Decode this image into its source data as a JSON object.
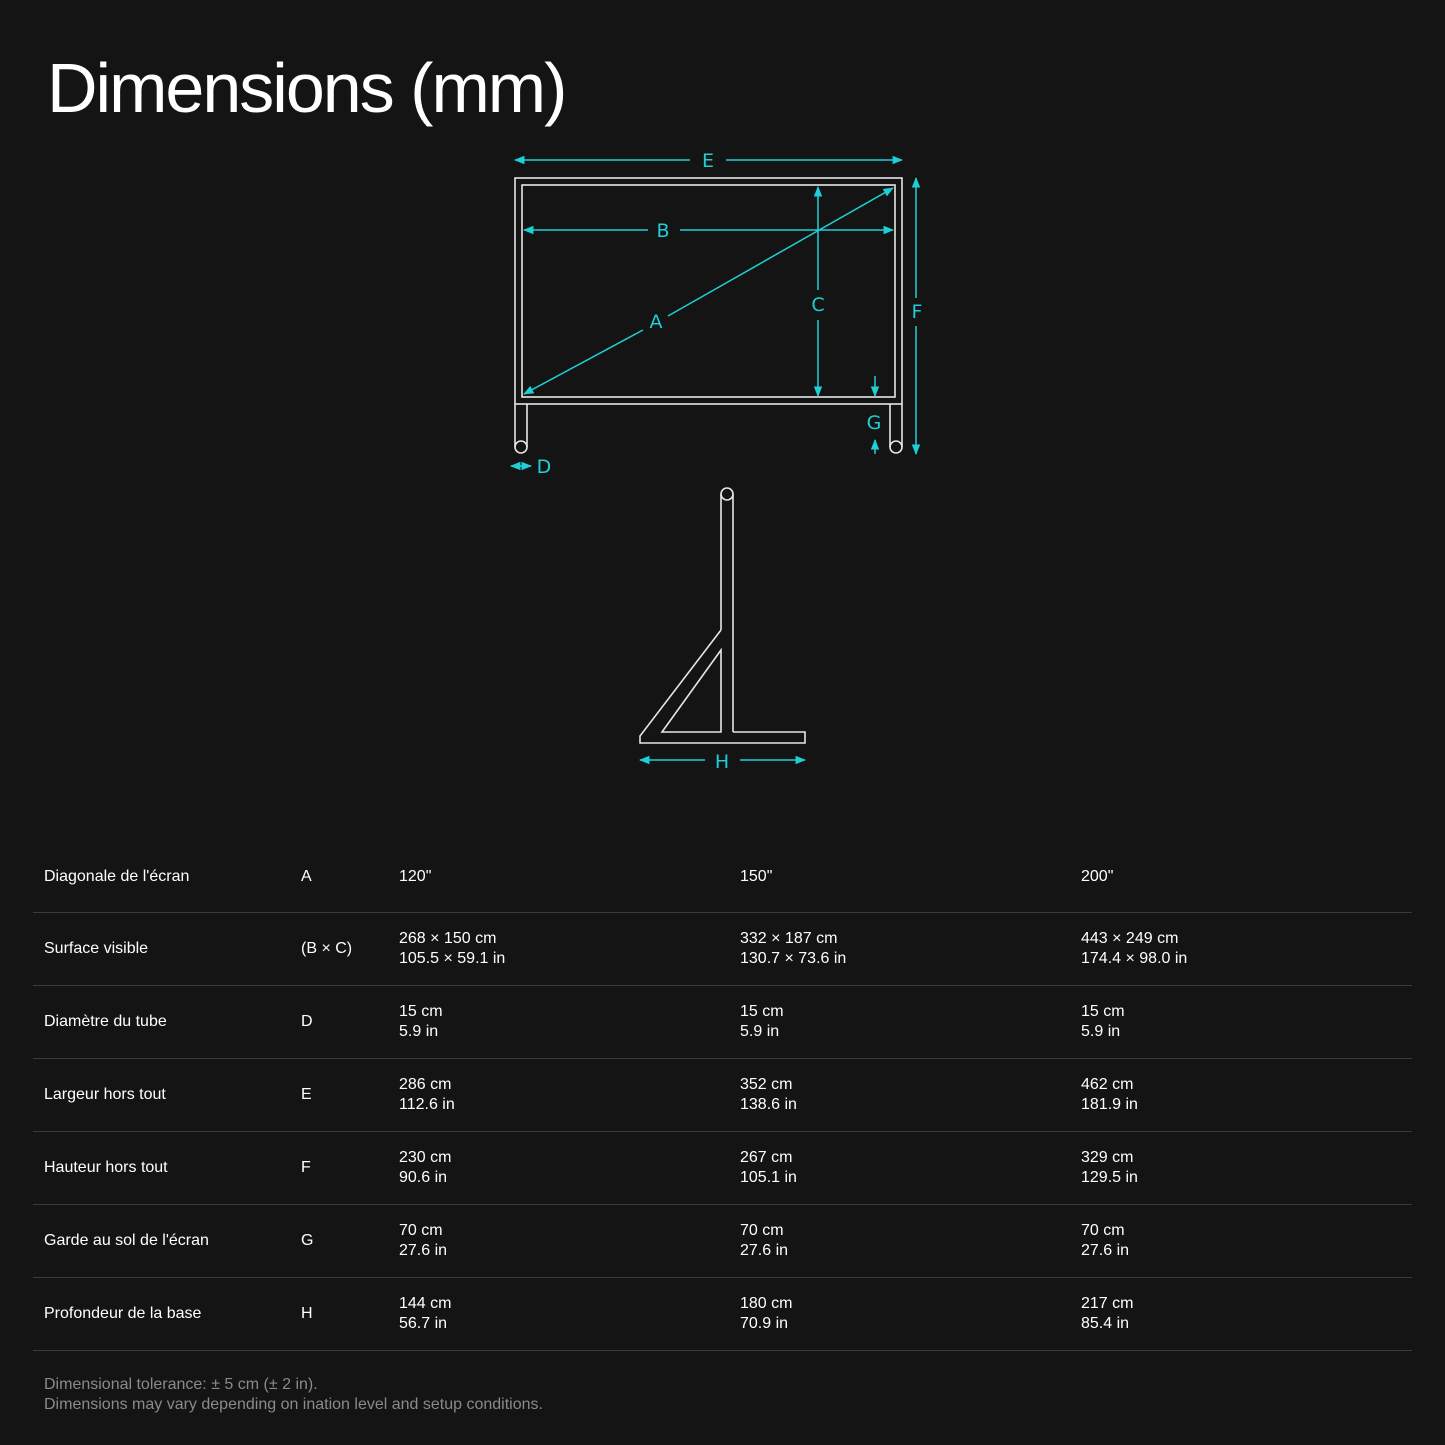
{
  "title": "Dimensions (mm)",
  "colors": {
    "background": "#141414",
    "accent": "#1ecfd6",
    "line": "#e6e6e6",
    "divider": "#3a3a3a",
    "footnote": "#8a8a8a"
  },
  "diagram_labels": {
    "A": "A",
    "B": "B",
    "C": "C",
    "D": "D",
    "E": "E",
    "F": "F",
    "G": "G",
    "H": "H"
  },
  "table": {
    "rows": [
      {
        "name": "Diagonale de l'écran",
        "code": "A",
        "v1": [
          "120\"",
          ""
        ],
        "v2": [
          "150\"",
          ""
        ],
        "v3": [
          "200\"",
          ""
        ]
      },
      {
        "name": "Surface visible",
        "code": "(B × C)",
        "v1": [
          "268 × 150 cm",
          "105.5 × 59.1 in"
        ],
        "v2": [
          "332 × 187 cm",
          "130.7 × 73.6 in"
        ],
        "v3": [
          "443 × 249 cm",
          "174.4 × 98.0 in"
        ]
      },
      {
        "name": "Diamètre du tube",
        "code": "D",
        "v1": [
          "15 cm",
          "5.9 in"
        ],
        "v2": [
          "15 cm",
          "5.9 in"
        ],
        "v3": [
          "15 cm",
          "5.9 in"
        ]
      },
      {
        "name": "Largeur hors tout",
        "code": "E",
        "v1": [
          "286 cm",
          "112.6 in"
        ],
        "v2": [
          "352 cm",
          "138.6 in"
        ],
        "v3": [
          "462 cm",
          "181.9 in"
        ]
      },
      {
        "name": "Hauteur hors tout",
        "code": "F",
        "v1": [
          "230 cm",
          "90.6 in"
        ],
        "v2": [
          "267 cm",
          "105.1 in"
        ],
        "v3": [
          "329 cm",
          "129.5 in"
        ]
      },
      {
        "name": "Garde au sol de l'écran",
        "code": "G",
        "v1": [
          "70 cm",
          "27.6 in"
        ],
        "v2": [
          "70 cm",
          "27.6 in"
        ],
        "v3": [
          "70 cm",
          "27.6 in"
        ]
      },
      {
        "name": "Profondeur de la base",
        "code": "H",
        "v1": [
          "144 cm",
          "56.7 in"
        ],
        "v2": [
          "180 cm",
          "70.9 in"
        ],
        "v3": [
          "217 cm",
          "85.4 in"
        ]
      }
    ]
  },
  "footnote": {
    "line1": "Dimensional tolerance: ± 5 cm (± 2 in).",
    "line2": "Dimensions may vary depending on ination level and setup conditions."
  }
}
